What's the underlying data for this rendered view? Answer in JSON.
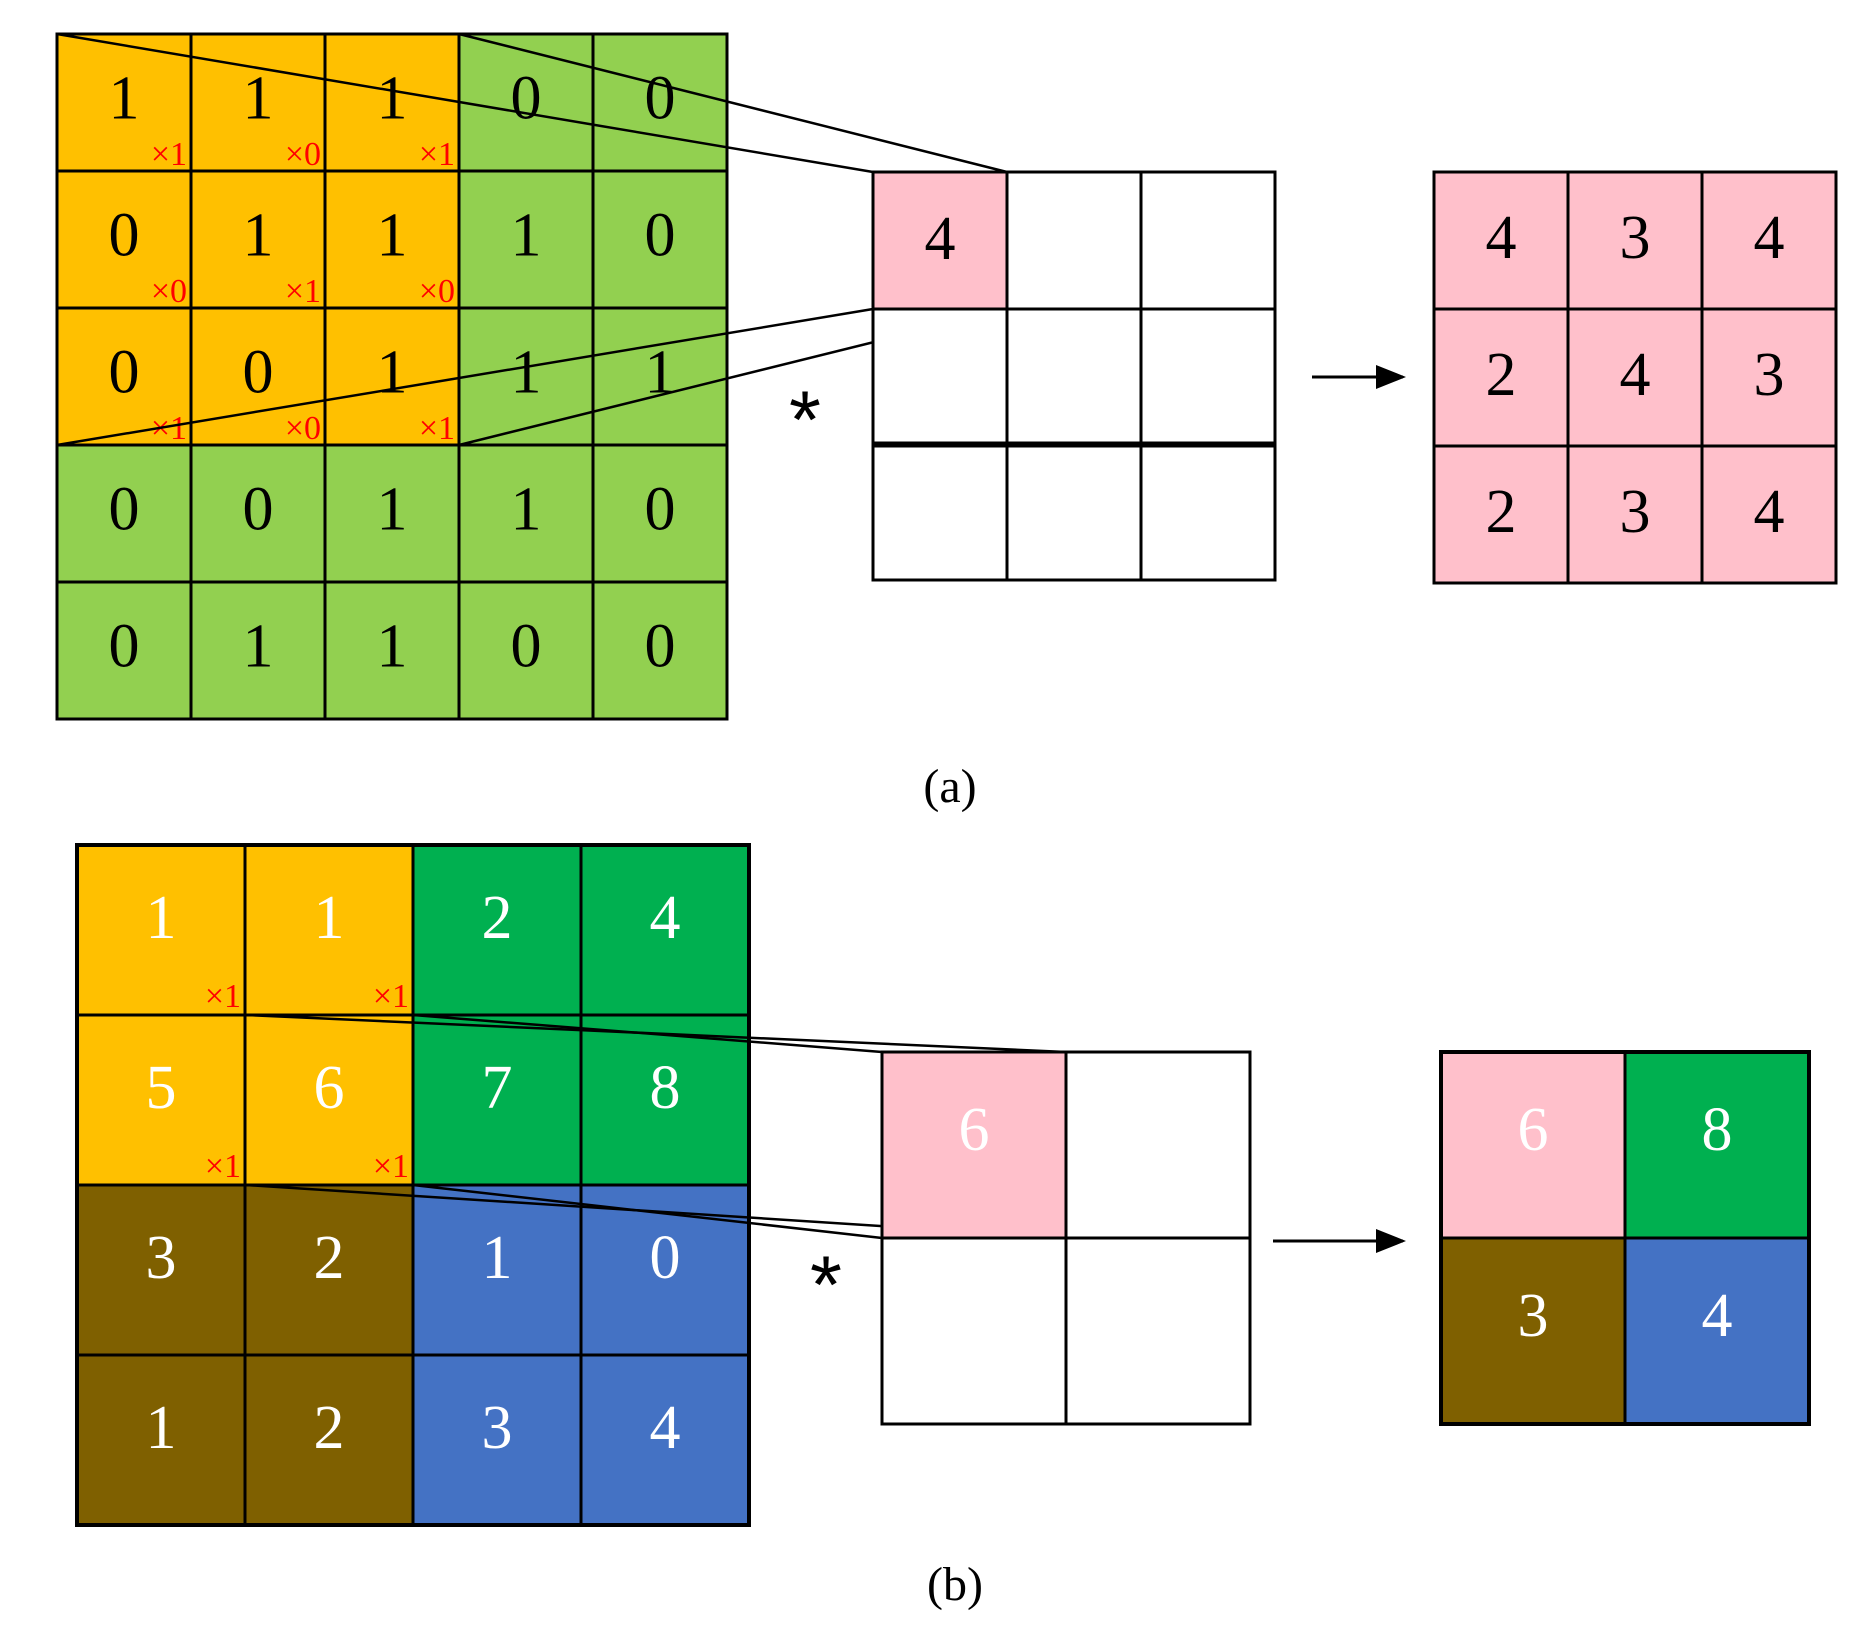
{
  "colors": {
    "window": "#FFC000",
    "input_a": "#92D050",
    "output": "#FFC0CB",
    "pool_tr": "#00B050",
    "pool_bl": "#7F6000",
    "pool_br": "#4472C4",
    "weight": "#FF0000",
    "line": "#000000"
  },
  "panel_a": {
    "caption": "(a)",
    "operator": "*",
    "input": [
      [
        "1",
        "1",
        "1",
        "0",
        "0"
      ],
      [
        "0",
        "1",
        "1",
        "1",
        "0"
      ],
      [
        "0",
        "0",
        "1",
        "1",
        "1"
      ],
      [
        "0",
        "0",
        "1",
        "1",
        "0"
      ],
      [
        "0",
        "1",
        "1",
        "0",
        "0"
      ]
    ],
    "kernel_weights": [
      [
        "×1",
        "×0",
        "×1"
      ],
      [
        "×0",
        "×1",
        "×0"
      ],
      [
        "×1",
        "×0",
        "×1"
      ]
    ],
    "partial_value": "4",
    "output": [
      [
        "4",
        "3",
        "4"
      ],
      [
        "2",
        "4",
        "3"
      ],
      [
        "2",
        "3",
        "4"
      ]
    ]
  },
  "panel_b": {
    "caption": "(b)",
    "operator": "*",
    "input": [
      [
        "1",
        "1",
        "2",
        "4"
      ],
      [
        "5",
        "6",
        "7",
        "8"
      ],
      [
        "3",
        "2",
        "1",
        "0"
      ],
      [
        "1",
        "2",
        "3",
        "4"
      ]
    ],
    "kernel_weights": [
      [
        "×1",
        "×1"
      ],
      [
        "×1",
        "×1"
      ]
    ],
    "partial_value": "6",
    "output": [
      [
        "6",
        "8"
      ],
      [
        "3",
        "4"
      ]
    ]
  }
}
